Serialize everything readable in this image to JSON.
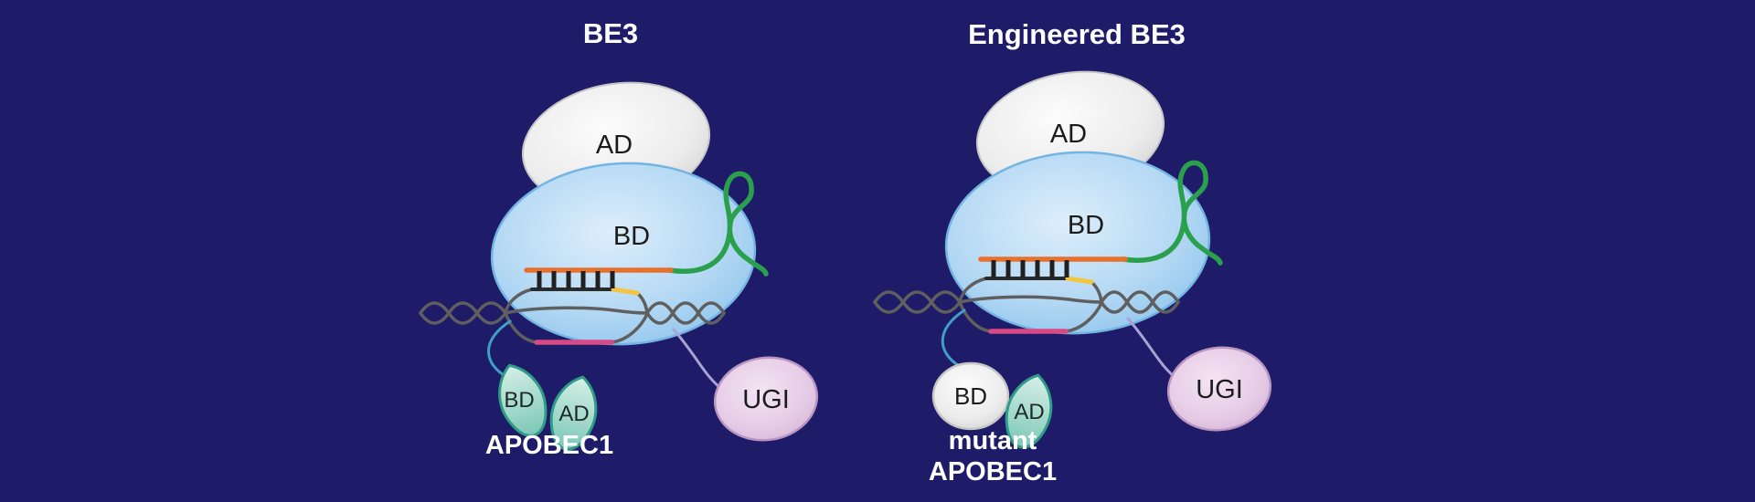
{
  "figure": {
    "type": "base-editor-schematic",
    "panels": [
      {
        "title": "BE3",
        "complex": {
          "ad_label": "AD",
          "bd_label": "BD"
        },
        "deaminase": {
          "bd_label": "BD",
          "ad_label": "AD",
          "caption_lines": [
            "APOBEC1"
          ]
        },
        "ugi_label": "UGI"
      },
      {
        "title": "Engineered BE3",
        "complex": {
          "ad_label": "AD",
          "bd_label": "BD"
        },
        "deaminase": {
          "bd_label": "BD",
          "ad_label": "AD",
          "caption_lines": [
            "mutant",
            "APOBEC1"
          ]
        },
        "ugi_label": "UGI"
      }
    ],
    "colors": {
      "background": "#1e1b69",
      "cas9_body_blue": "#9ccdf0",
      "ad_lobe_gray": "#e9e9e9",
      "sgrna_green": "#2aa04d",
      "spacer_orange": "#e8702b",
      "displaced_strand_pink": "#d84a86",
      "pam_yellow": "#f2c63f",
      "dna_gray": "#5f5f5f",
      "apobec_teal": "#7cc8b6",
      "ugi_pink": "#e6cde7",
      "title_text": "#ffffff"
    }
  }
}
